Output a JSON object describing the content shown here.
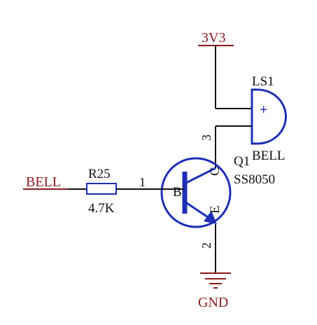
{
  "nets": {
    "power": "3V3",
    "ground": "GND",
    "input": "BELL"
  },
  "resistor": {
    "ref": "R25",
    "value": "4.7K",
    "pin": "1"
  },
  "transistor": {
    "ref": "Q1",
    "part": "SS8050",
    "base_letter": "B",
    "collector_letter": "C",
    "emitter_letter": "E",
    "collector_pin": "3",
    "emitter_pin": "2"
  },
  "speaker": {
    "ref": "LS1",
    "value": "BELL",
    "plus_mark": "+"
  },
  "colors": {
    "net_label": "#8b1a1a",
    "component": "#1e2fb8",
    "wire": "#111111"
  }
}
